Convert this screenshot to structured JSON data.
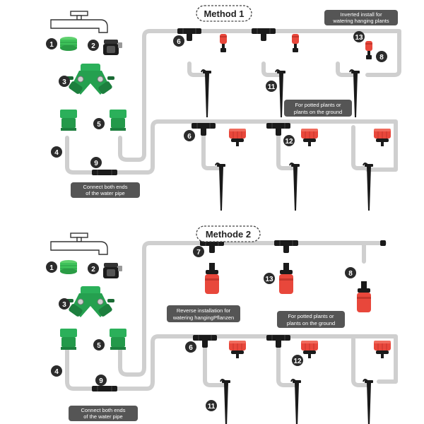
{
  "method1": {
    "title": "Method 1",
    "callout_inverted": [
      "Inverted install for",
      "watering hanging plants"
    ],
    "callout_potted": [
      "For potted plants or",
      "plants on the ground"
    ],
    "callout_connect": [
      "Connect both ends",
      "of the water pipe"
    ],
    "numbers": [
      "1",
      "2",
      "3",
      "4",
      "5",
      "6",
      "6",
      "8",
      "9",
      "11",
      "12",
      "13"
    ]
  },
  "method2": {
    "title": "Methode 2",
    "callout_reverse": [
      "Reverse installation for",
      "watering hangingPflanzen"
    ],
    "callout_potted": [
      "For potted plants or",
      "plants on the ground"
    ],
    "callout_connect": [
      "Connect both ends",
      "of the water pipe"
    ],
    "numbers": [
      "1",
      "2",
      "3",
      "4",
      "5",
      "6",
      "7",
      "8",
      "9",
      "11",
      "12",
      "13"
    ]
  },
  "colors": {
    "pipe": "#cfcfcf",
    "green": "#2bb05a",
    "green_dark": "#1d7f3e",
    "red": "#e8473b",
    "black": "#1a1a1a",
    "badge": "#2b2b2b",
    "callout": "#555555"
  }
}
